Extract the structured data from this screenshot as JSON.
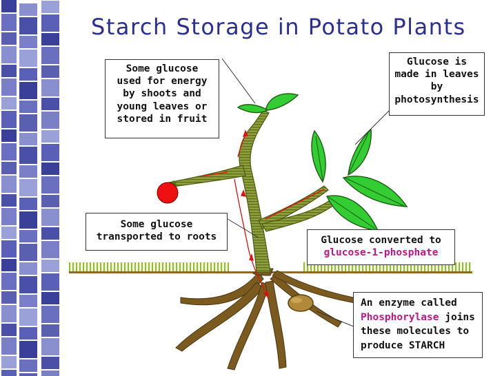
{
  "title": "Starch Storage in Potato Plants",
  "labels": {
    "shoots": [
      "Some glucose",
      "used for energy",
      "by shoots and",
      "young leaves or",
      "stored in fruit"
    ],
    "leaves": [
      "Glucose is",
      "made in leaves",
      "by",
      "photosynthesis"
    ],
    "roots": [
      "Some glucose",
      "transported to roots"
    ],
    "converted": {
      "line1": "Glucose converted to",
      "highlight": "glucose-1-phosphate"
    },
    "enzyme": {
      "line1": "An enzyme called",
      "highlight": "Phosphorylase",
      "after_highlight": " joins",
      "line3": "these molecules to",
      "line4": "produce STARCH"
    }
  },
  "colors": {
    "title": "#2b2f8f",
    "highlight": "#c0168a",
    "leaf": "#2ecc40",
    "stem": "#7a8a2a",
    "fruit": "#ee1111",
    "arrow": "#dd1111",
    "tuber": "#b08a3a"
  }
}
